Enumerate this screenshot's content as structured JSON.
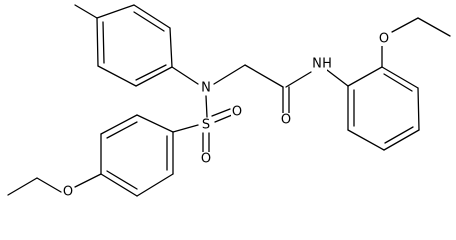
{
  "molecule": {
    "atoms": {
      "nitrogen_sulfonamide": "N",
      "sulfur": "S",
      "oxygen_sulfonyl_upper": "O",
      "oxygen_sulfonyl_lower": "O",
      "nitrogen_amide": "N",
      "hydrogen_amide": "H",
      "oxygen_carbonyl": "O",
      "oxygen_ethoxy_right": "O",
      "oxygen_ethoxy_left": "O"
    }
  }
}
